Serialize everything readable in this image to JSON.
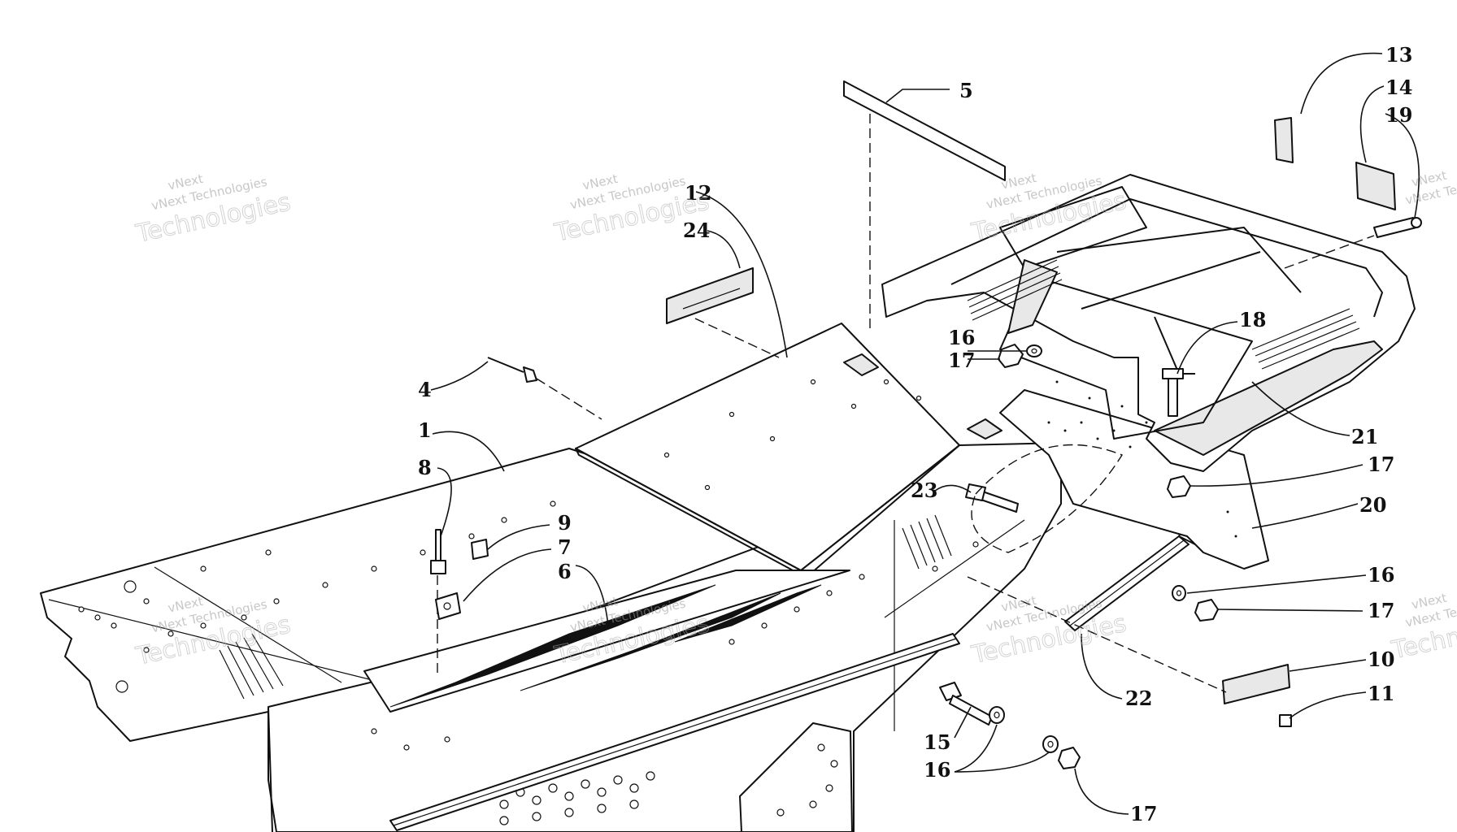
{
  "watermark": {
    "brand": "vNext",
    "company": "vNext Technologies",
    "word": "Technologies"
  },
  "callouts": {
    "c1": "1",
    "c4": "4",
    "c5": "5",
    "c6": "6",
    "c7": "7",
    "c8": "8",
    "c9": "9",
    "c10": "10",
    "c11": "11",
    "c12": "12",
    "c13": "13",
    "c14": "14",
    "c15": "15",
    "c16a": "16",
    "c16b": "16",
    "c16c": "16",
    "c17a": "17",
    "c17b": "17",
    "c17c": "17",
    "c17d": "17",
    "c18": "18",
    "c19": "19",
    "c20": "20",
    "c21": "21",
    "c22": "22",
    "c23": "23",
    "c24": "24"
  }
}
